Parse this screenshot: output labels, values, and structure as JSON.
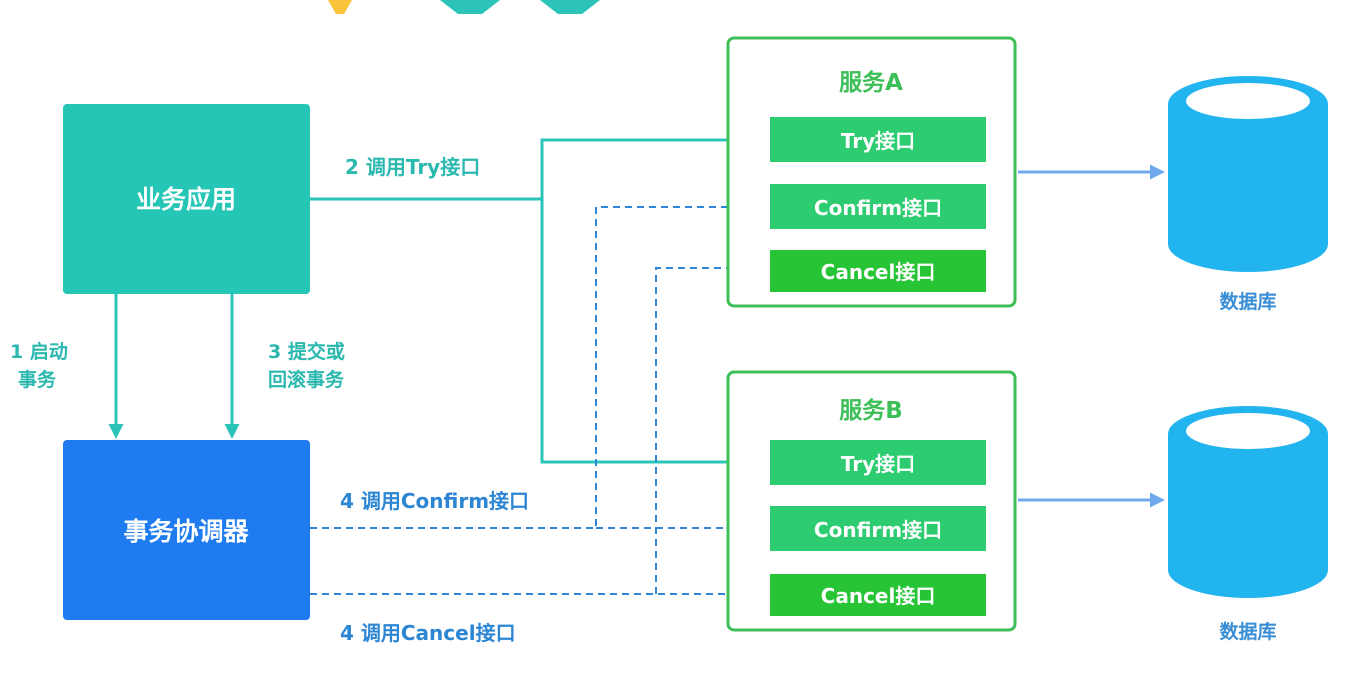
{
  "colors": {
    "app_box": "#26C6B6",
    "coordinator_box": "#1E7BF0",
    "teal_line": "#2CC4B8",
    "dashed_line": "#2F86D6",
    "service_border": "#3DBF57",
    "service_title": "#3DBF57",
    "interface_box": "#2ECC71",
    "db": "#22B4EE",
    "db_label": "#3A8ED6",
    "db_arrow": "#6FA9EE",
    "step_label": "#2BB8AE",
    "call_label": "#2C86D3"
  },
  "nodes": {
    "app": "业务应用",
    "coordinator": "事务协调器"
  },
  "steps": {
    "start_line1": "1 启动",
    "start_line2": "事务",
    "commit_line1": "3 提交或",
    "commit_line2": "回滚事务",
    "try_call": "2 调用Try接口",
    "confirm_call": "4 调用Confirm接口",
    "cancel_call": "4 调用Cancel接口"
  },
  "services": [
    {
      "title": "服务A",
      "interfaces": [
        "Try接口",
        "Confirm接口",
        "Cancel接口"
      ],
      "db_label": "数据库"
    },
    {
      "title": "服务B",
      "interfaces": [
        "Try接口",
        "Confirm接口",
        "Cancel接口"
      ],
      "db_label": "数据库"
    }
  ]
}
